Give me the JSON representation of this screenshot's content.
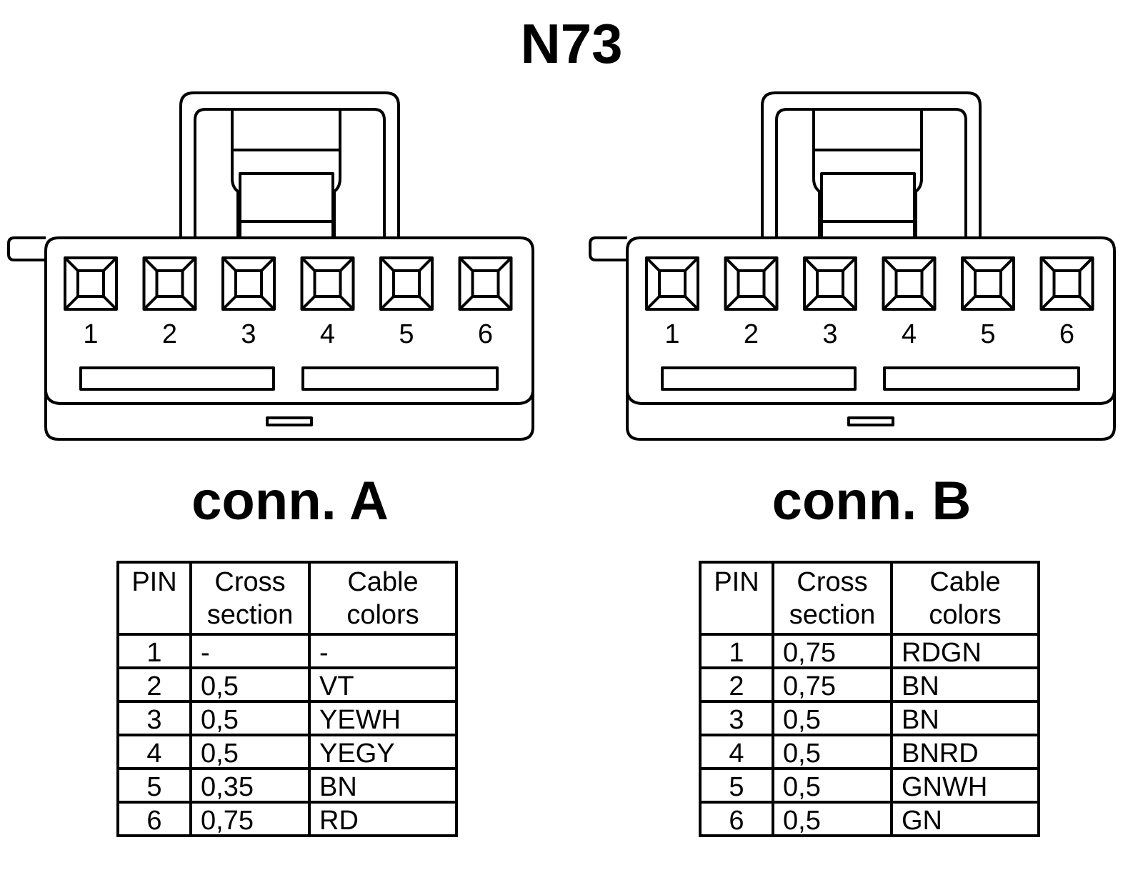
{
  "title": "N73",
  "connectors": [
    {
      "label": "conn. A",
      "pins": [
        "1",
        "2",
        "3",
        "4",
        "5",
        "6"
      ],
      "table": {
        "headers": [
          [
            "PIN"
          ],
          [
            "Cross",
            "section"
          ],
          [
            "Cable",
            "colors"
          ]
        ],
        "rows": [
          [
            "1",
            "-",
            "-"
          ],
          [
            "2",
            "0,5",
            "VT"
          ],
          [
            "3",
            "0,5",
            "YEWH"
          ],
          [
            "4",
            "0,5",
            "YEGY"
          ],
          [
            "5",
            "0,35",
            "BN"
          ],
          [
            "6",
            "0,75",
            "RD"
          ]
        ]
      }
    },
    {
      "label": "conn. B",
      "pins": [
        "1",
        "2",
        "3",
        "4",
        "5",
        "6"
      ],
      "table": {
        "headers": [
          [
            "PIN"
          ],
          [
            "Cross",
            "section"
          ],
          [
            "Cable",
            "colors"
          ]
        ],
        "rows": [
          [
            "1",
            "0,75",
            "RDGN"
          ],
          [
            "2",
            "0,75",
            "BN"
          ],
          [
            "3",
            "0,5",
            "BN"
          ],
          [
            "4",
            "0,5",
            "BNRD"
          ],
          [
            "5",
            "0,5",
            "GNWH"
          ],
          [
            "6",
            "0,5",
            "GN"
          ]
        ]
      }
    }
  ]
}
